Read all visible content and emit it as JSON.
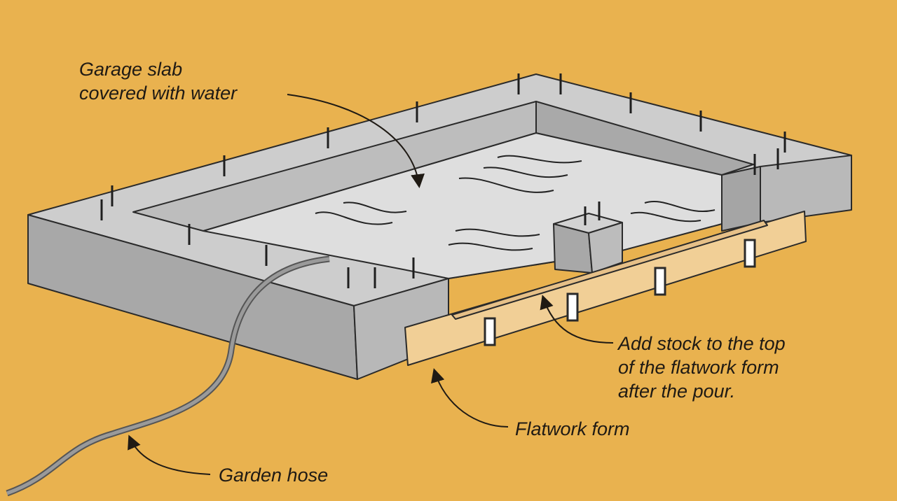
{
  "labels": {
    "garage_slab": "Garage slab\ncovered with water",
    "add_stock": "Add stock to the top\nof the flatwork form\nafter the pour.",
    "flatwork_form": "Flatwork form",
    "garden_hose": "Garden hose"
  },
  "colors": {
    "background": "#e9b24f",
    "concrete_top": "#cfcfcf",
    "concrete_side": "#a9a9a9",
    "water": "#dcdcdc",
    "wood": "#f1cf96"
  }
}
